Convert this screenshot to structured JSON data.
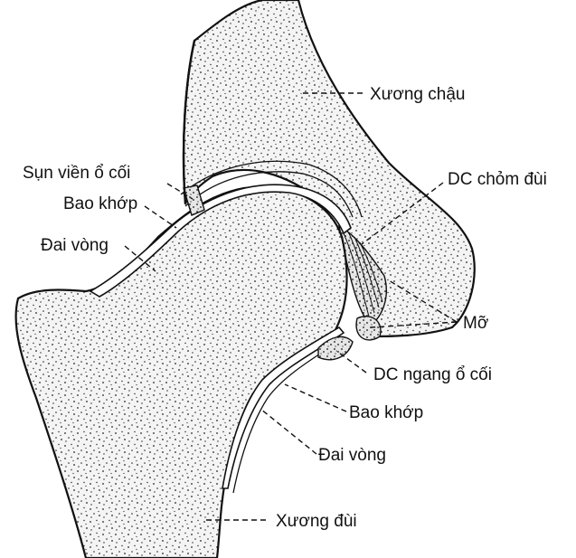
{
  "labels": {
    "xuong_chau": "Xương chậu",
    "sun_vien_o_coi": "Sụn viền ổ cối",
    "bao_khop_top": "Bao khớp",
    "dc_chom_dui": "DC chỏm đùi",
    "dai_vong_top": "Đai vòng",
    "mo": "Mỡ",
    "dc_ngang_o_coi": "DC ngang ổ cối",
    "bao_khop_bottom": "Bao khớp",
    "dai_vong_bottom": "Đai vòng",
    "xuong_dui": "Xương đùi"
  },
  "colors": {
    "ink": "#111111",
    "background": "#ffffff"
  }
}
